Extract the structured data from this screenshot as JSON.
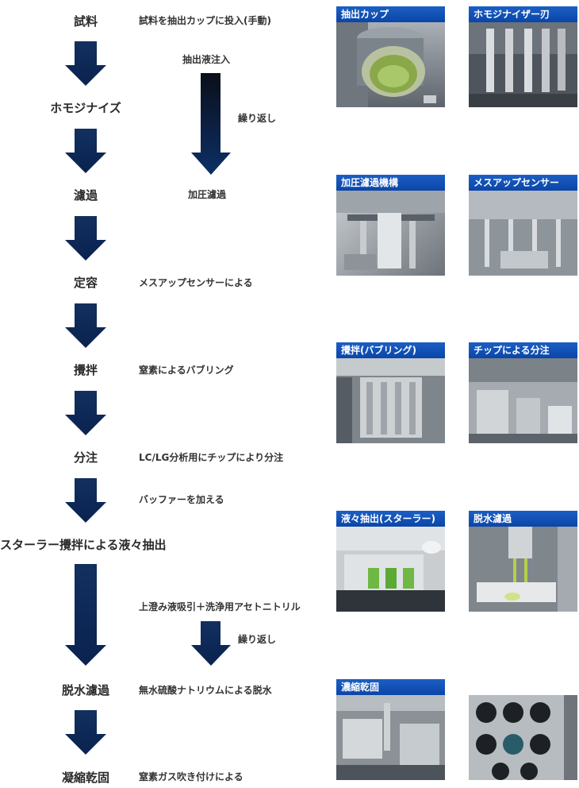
{
  "steps": {
    "s1": "試料",
    "s2": "ホモジナイズ",
    "s3": "濾過",
    "s4": "定容",
    "s5": "攪拌",
    "s6": "分注",
    "s7": "スターラー攪拌による液々抽出",
    "s8": "脱水濾過",
    "s9": "凝縮乾固"
  },
  "notes": {
    "n1": "試料を抽出カップに投入(手動)",
    "n2": "抽出液注入",
    "n3": "繰り返し",
    "n4": "加圧濾過",
    "n5": "メスアップセンサーによる",
    "n6": "窒素によるバブリング",
    "n7": "LC/LG分析用にチップにより分注",
    "n8": "バッファーを加える",
    "n9": "上澄み液吸引＋洗浄用アセトニトリル",
    "n10": "繰り返し",
    "n11": "無水硫酸ナトリウムによる脱水",
    "n12": "窒素ガス吹き付けによる"
  },
  "photos": {
    "p1": "抽出カップ",
    "p2": "ホモジナイザー刃",
    "p3": "加圧濾過機構",
    "p4": "メスアップセンサー",
    "p5": "攪拌(バブリング)",
    "p6": "チップによる分注",
    "p7": "液々抽出(スターラー)",
    "p8": "脱水濾過",
    "p9": "濃縮乾固"
  },
  "colors": {
    "arrow_top": "#1b3a6b",
    "arrow_bottom": "#0a2452",
    "photo_label": "#1b5fc4"
  }
}
